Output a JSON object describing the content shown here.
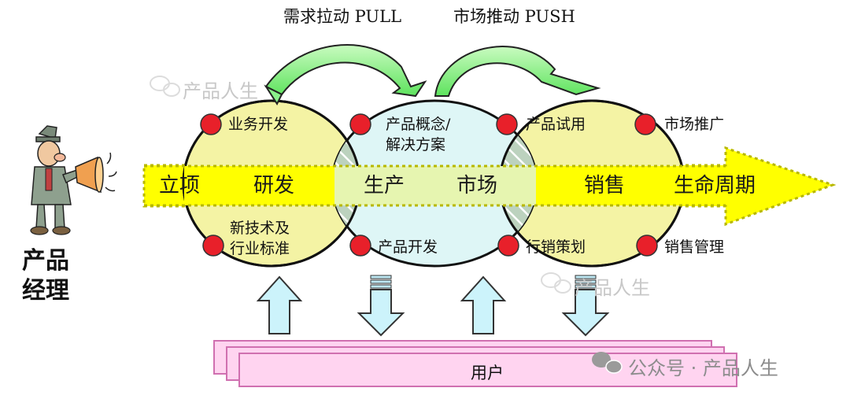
{
  "top_labels": {
    "pull": "需求拉动 PULL",
    "push": "市场推动 PUSH"
  },
  "role_label": {
    "line1": "产品",
    "line2": "经理"
  },
  "stages": {
    "project": "立项",
    "rnd": "研发",
    "production": "生产",
    "market": "市场",
    "sales": "销售",
    "lifecycle": "生命周期"
  },
  "nodes": {
    "business_dev": "业务开发",
    "product_concept_1": "产品概念/",
    "product_concept_2": "解决方案",
    "product_trial": "产品试用",
    "market_promotion": "市场推广",
    "new_tech_1": "新技术及",
    "new_tech_2": "行业标准",
    "product_dev": "产品开发",
    "marketing_plan": "行销策划",
    "sales_mgmt": "销售管理"
  },
  "users": "用户",
  "watermarks": {
    "mark1": "产品人生",
    "mark2": "产品人生",
    "footer": "公众号 · 产品人生"
  },
  "colors": {
    "ellipse_yellow": "#f6f5a2",
    "ellipse_cyan": "#ddf6f6",
    "band_yellow": "#ffff00",
    "node_red": "#e8202a",
    "curve_green": "#7ef07e",
    "box_pink": "#ffccee",
    "arrow_cyan": "#ccf3fb"
  }
}
